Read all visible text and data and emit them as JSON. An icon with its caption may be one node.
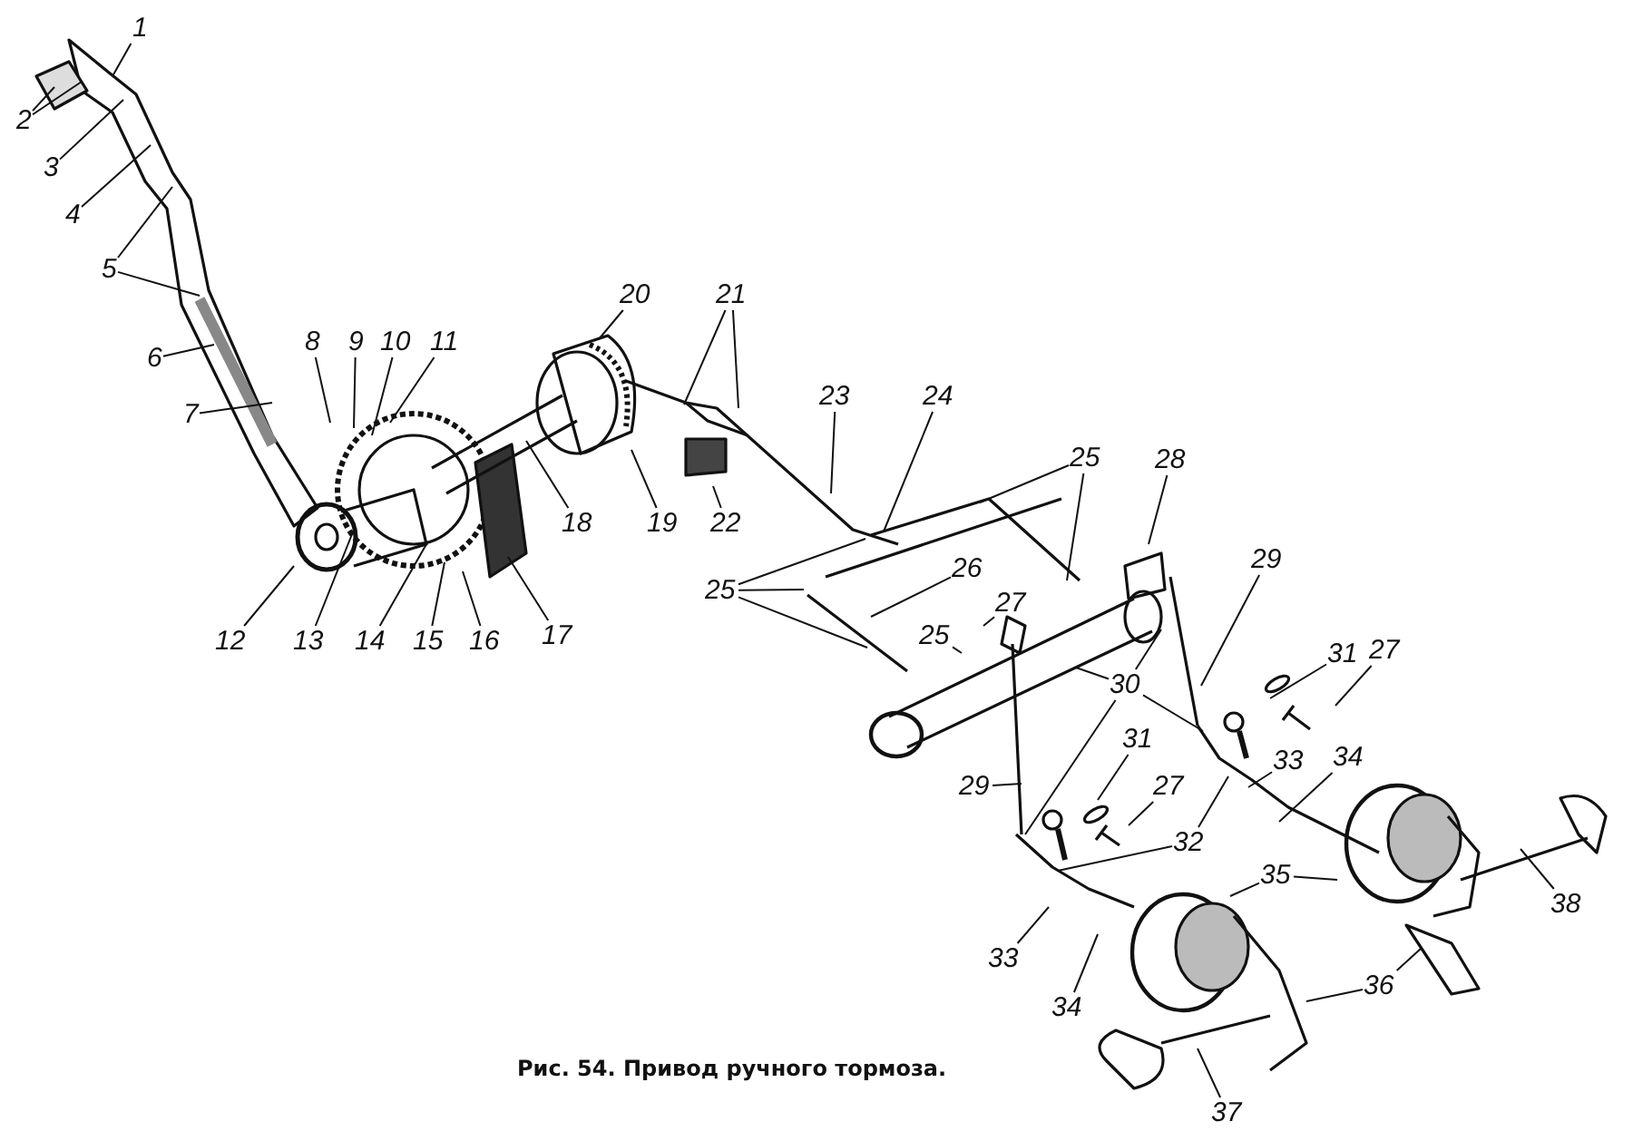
{
  "diagram": {
    "caption": "Рис. 54. Привод ручного тормоза.",
    "nodes": [
      {
        "text": [
          "1"
        ]
      },
      {
        "text": [
          "2"
        ]
      },
      {
        "text": [
          "3"
        ]
      },
      {
        "text": [
          "4"
        ]
      },
      {
        "text": [
          "5"
        ]
      },
      {
        "text": [
          "6"
        ]
      },
      {
        "text": [
          "7"
        ]
      },
      {
        "text": [
          "8"
        ]
      },
      {
        "text": [
          "9"
        ]
      },
      {
        "text": [
          "10"
        ]
      },
      {
        "text": [
          "11"
        ]
      },
      {
        "text": [
          "12"
        ]
      },
      {
        "text": [
          "13"
        ]
      },
      {
        "text": [
          "14"
        ]
      },
      {
        "text": [
          "15"
        ]
      },
      {
        "text": [
          "16"
        ]
      },
      {
        "text": [
          "17"
        ]
      },
      {
        "text": [
          "18"
        ]
      },
      {
        "text": [
          "19"
        ]
      },
      {
        "text": [
          "20"
        ]
      },
      {
        "text": [
          "21"
        ]
      },
      {
        "text": [
          "22"
        ]
      },
      {
        "text": [
          "23"
        ]
      },
      {
        "text": [
          "24"
        ]
      },
      {
        "text": [
          "25"
        ]
      },
      {
        "text": [
          "28"
        ]
      },
      {
        "text": [
          "25"
        ]
      },
      {
        "text": [
          "26"
        ]
      },
      {
        "text": [
          "27"
        ]
      },
      {
        "text": [
          "25"
        ]
      },
      {
        "text": [
          "29"
        ]
      },
      {
        "text": [
          "30"
        ]
      },
      {
        "text": [
          "31"
        ]
      },
      {
        "text": [
          "27"
        ]
      },
      {
        "text": [
          "29"
        ]
      },
      {
        "text": [
          "31"
        ]
      },
      {
        "text": [
          "33"
        ]
      },
      {
        "text": [
          "34"
        ]
      },
      {
        "text": [
          "27"
        ]
      },
      {
        "text": [
          "32"
        ]
      },
      {
        "text": [
          "35"
        ]
      },
      {
        "text": [
          "38"
        ]
      },
      {
        "text": [
          "33"
        ]
      },
      {
        "text": [
          "36"
        ]
      },
      {
        "text": [
          "34"
        ]
      },
      {
        "text": [
          "37"
        ]
      }
    ],
    "edges": [
      {
        "from": 0,
        "to": null,
        "arrow": "none"
      },
      {
        "from": 1,
        "to": null,
        "arrow": "none"
      },
      {
        "from": 1,
        "to": null,
        "arrow": "none"
      },
      {
        "from": 2,
        "to": null,
        "arrow": "none"
      },
      {
        "from": 3,
        "to": null,
        "arrow": "none"
      },
      {
        "from": 4,
        "to": null,
        "arrow": "none"
      },
      {
        "from": 4,
        "to": null,
        "arrow": "none"
      },
      {
        "from": 5,
        "to": null,
        "arrow": "none"
      },
      {
        "from": 6,
        "to": null,
        "arrow": "none"
      },
      {
        "from": 7,
        "to": null,
        "arrow": "none"
      },
      {
        "from": 8,
        "to": null,
        "arrow": "none"
      },
      {
        "from": 9,
        "to": null,
        "arrow": "none"
      },
      {
        "from": 10,
        "to": null,
        "arrow": "none"
      },
      {
        "from": 11,
        "to": null,
        "arrow": "none"
      },
      {
        "from": 12,
        "to": null,
        "arrow": "none"
      },
      {
        "from": 13,
        "to": null,
        "arrow": "none"
      },
      {
        "from": 14,
        "to": null,
        "arrow": "none"
      },
      {
        "from": 15,
        "to": null,
        "arrow": "none"
      },
      {
        "from": 16,
        "to": null,
        "arrow": "none"
      },
      {
        "from": 17,
        "to": null,
        "arrow": "none"
      },
      {
        "from": 18,
        "to": null,
        "arrow": "none"
      },
      {
        "from": 19,
        "to": null,
        "arrow": "none"
      },
      {
        "from": 20,
        "to": null,
        "arrow": "none"
      },
      {
        "from": 20,
        "to": null,
        "arrow": "none"
      },
      {
        "from": 21,
        "to": null,
        "arrow": "none"
      },
      {
        "from": 22,
        "to": null,
        "arrow": "none"
      },
      {
        "from": 23,
        "to": null,
        "arrow": "none"
      },
      {
        "from": 24,
        "to": null,
        "arrow": "none"
      },
      {
        "from": 24,
        "to": null,
        "arrow": "none"
      },
      {
        "from": 25,
        "to": null,
        "arrow": "none"
      },
      {
        "from": 26,
        "to": null,
        "arrow": "none"
      },
      {
        "from": 26,
        "to": null,
        "arrow": "none"
      },
      {
        "from": 26,
        "to": null,
        "arrow": "none"
      },
      {
        "from": 27,
        "to": null,
        "arrow": "none"
      },
      {
        "from": 28,
        "to": null,
        "arrow": "none"
      },
      {
        "from": 29,
        "to": null,
        "arrow": "none"
      },
      {
        "from": 30,
        "to": null,
        "arrow": "none"
      },
      {
        "from": 31,
        "to": null,
        "arrow": "none"
      },
      {
        "from": 31,
        "to": null,
        "arrow": "none"
      },
      {
        "from": 31,
        "to": null,
        "arrow": "none"
      },
      {
        "from": 31,
        "to": null,
        "arrow": "none"
      },
      {
        "from": 32,
        "to": null,
        "arrow": "none"
      },
      {
        "from": 33,
        "to": null,
        "arrow": "none"
      },
      {
        "from": 34,
        "to": null,
        "arrow": "none"
      },
      {
        "from": 35,
        "to": null,
        "arrow": "none"
      },
      {
        "from": 36,
        "to": null,
        "arrow": "none"
      },
      {
        "from": 37,
        "to": null,
        "arrow": "none"
      },
      {
        "from": 38,
        "to": null,
        "arrow": "none"
      },
      {
        "from": 39,
        "to": null,
        "arrow": "none"
      },
      {
        "from": 39,
        "to": null,
        "arrow": "none"
      },
      {
        "from": 40,
        "to": null,
        "arrow": "none"
      },
      {
        "from": 40,
        "to": null,
        "arrow": "none"
      },
      {
        "from": 41,
        "to": null,
        "arrow": "none"
      },
      {
        "from": 42,
        "to": null,
        "arrow": "none"
      },
      {
        "from": 43,
        "to": null,
        "arrow": "none"
      },
      {
        "from": 43,
        "to": null,
        "arrow": "none"
      },
      {
        "from": 44,
        "to": null,
        "arrow": "none"
      },
      {
        "from": 45,
        "to": null,
        "arrow": "none"
      }
    ]
  }
}
